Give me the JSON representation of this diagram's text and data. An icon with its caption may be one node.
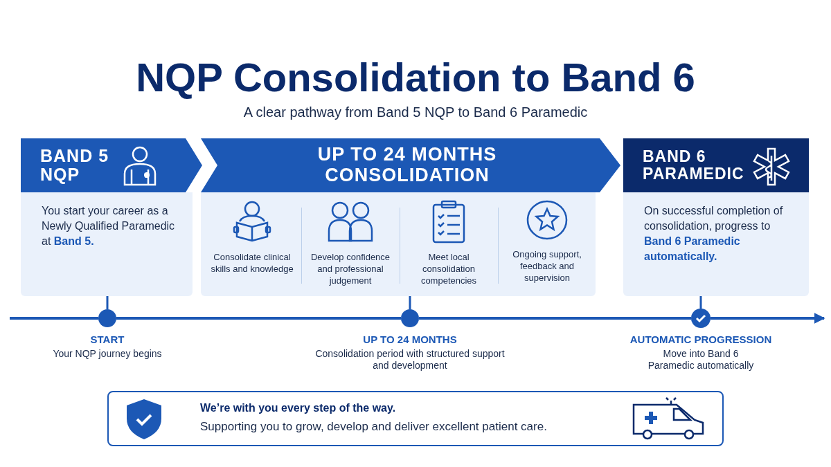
{
  "diagram": {
    "title": "NQP Consolidation to Band 6",
    "nodes": [
      {
        "text": [
          "BAND 5 NQP",
          "You start your career as a Newly Qualified Paramedic at **Band 5.**"
        ]
      },
      {
        "text": [
          "UP TO 24 MONTHS CONSOLIDATION"
        ]
      },
      {
        "text": [
          "Consolidate clinical skills and knowledge"
        ],
        "in": 1
      },
      {
        "text": [
          "Develop confidence and professional judgement"
        ],
        "in": 1
      },
      {
        "text": [
          "Meet local consolidation competencies"
        ],
        "in": 1
      },
      {
        "text": [
          "Ongoing support, feedback and supervision"
        ],
        "in": 1
      },
      {
        "text": [
          "BAND 6 PARAMEDIC",
          "On successful completion of consolidation, progress to **Band 6 Paramedic automatically.**"
        ]
      },
      {
        "text": [],
        "shape": "circle",
        "beside": [
          "START",
          "Your NQP journey begins"
        ]
      },
      {
        "text": [],
        "shape": "circle",
        "beside": [
          "UP TO 24 MONTHS",
          "Consolidation period with structured support and development"
        ]
      },
      {
        "text": [],
        "shape": "circle",
        "beside": [
          "AUTOMATIC PROGRESSION",
          "Move into Band 6 Paramedic automatically"
        ]
      },
      {
        "text": [
          "We’re with you every step of the way.",
          "Supporting you to grow, develop and deliver excellent patient care."
        ]
      }
    ],
    "edges": [
      {
        "from": null,
        "to": 7,
        "arrow": "none"
      },
      {
        "from": 7,
        "to": 8,
        "arrow": "none"
      },
      {
        "from": 8,
        "to": 9,
        "arrow": "none"
      },
      {
        "from": 9,
        "to": null,
        "arrow": "to"
      },
      {
        "from": 0,
        "to": 7,
        "arrow": "none"
      },
      {
        "from": 1,
        "to": 8,
        "arrow": "none"
      },
      {
        "from": 6,
        "to": 9,
        "arrow": "none"
      }
    ],
    "labels": [
      "A clear pathway from Band 5 NQP to Band 6 Paramedic"
    ]
  }
}
